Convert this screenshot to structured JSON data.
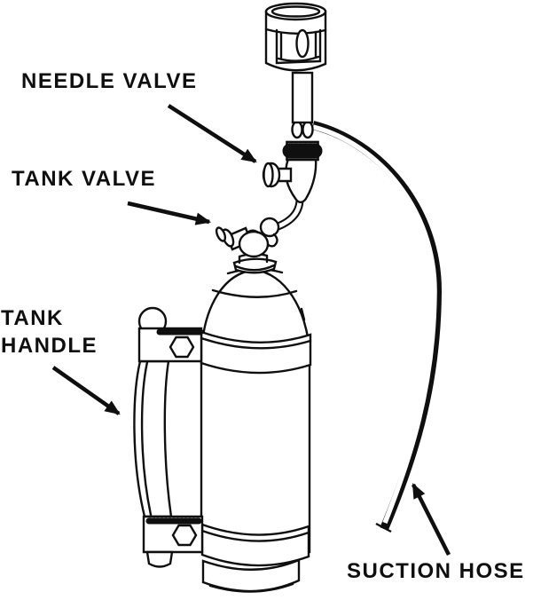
{
  "colors": {
    "ink": "#0f0f0f",
    "paper": "#ffffff"
  },
  "labels": {
    "needle_valve": "NEEDLE VALVE",
    "tank_valve": "TANK VALVE",
    "tank_handle": {
      "line1": "TANK",
      "line2": "HANDLE"
    },
    "suction_hose": "SUCTION HOSE"
  }
}
